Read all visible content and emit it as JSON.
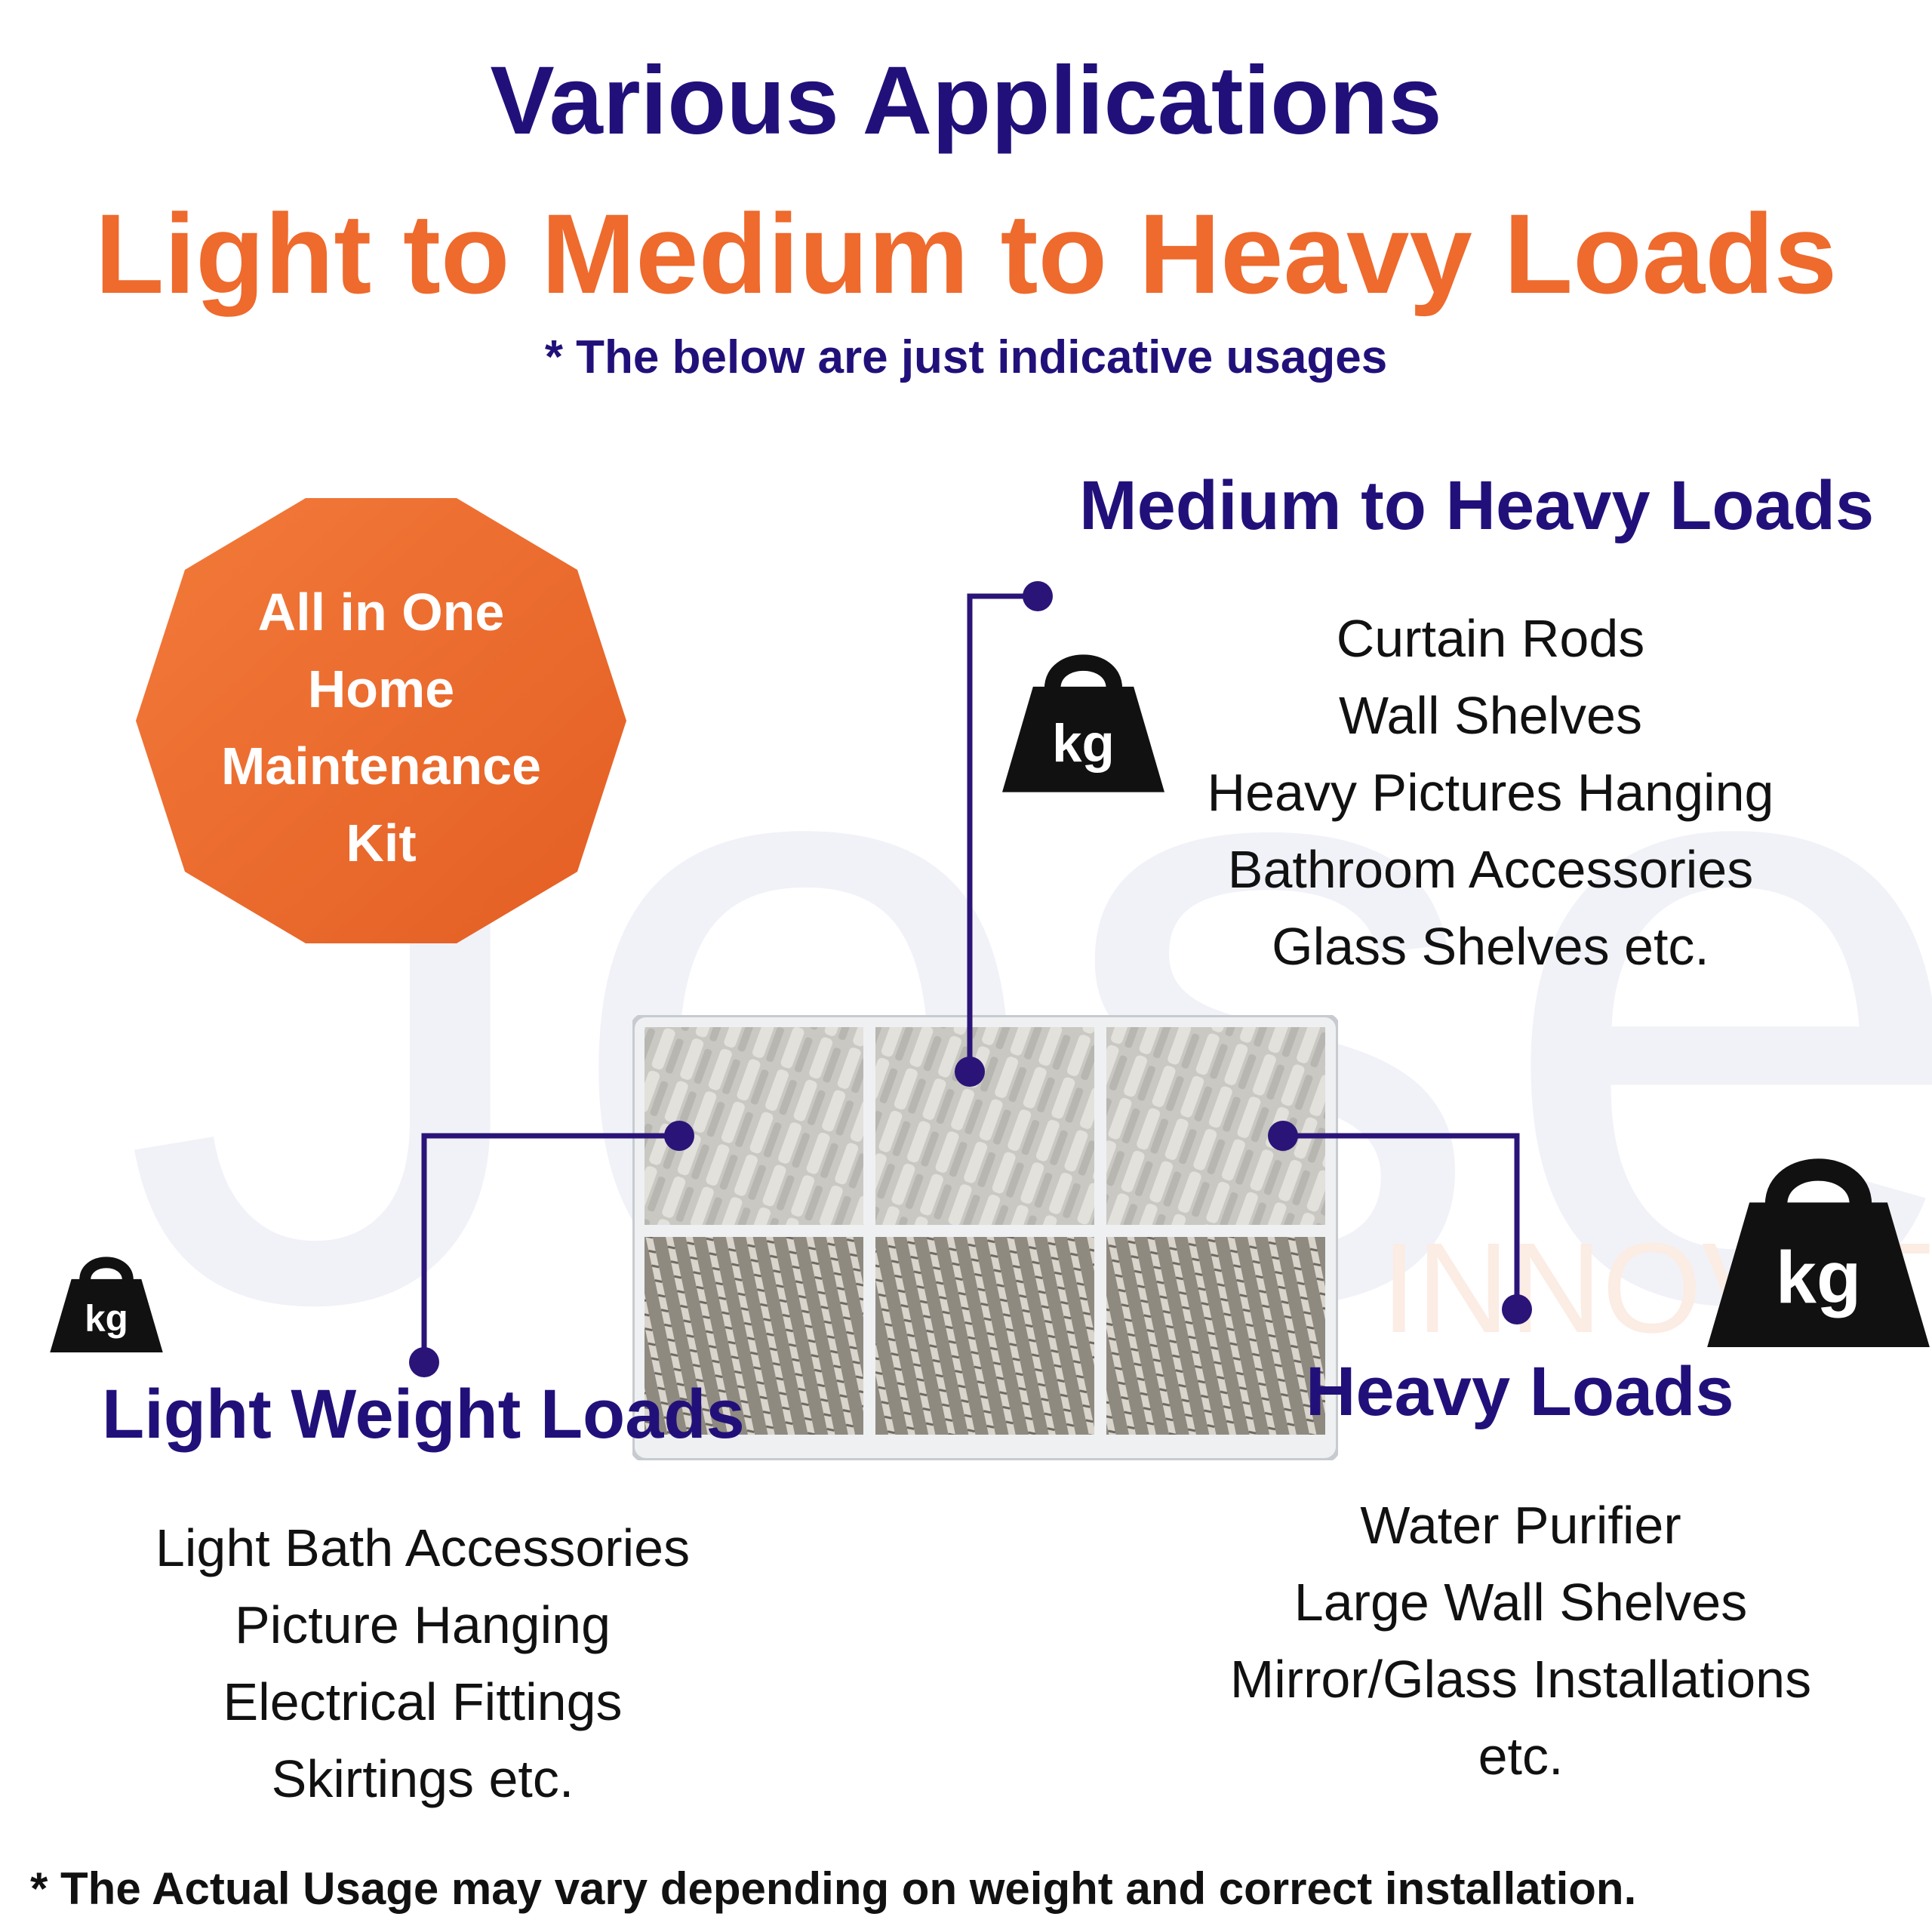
{
  "header": {
    "title": "Various Applications",
    "subtitle": "Light to Medium to Heavy Loads",
    "note": "* The below are just indicative usages"
  },
  "badge": {
    "lines": [
      "All in One",
      "Home",
      "Maintenance",
      "Kit"
    ]
  },
  "watermark": {
    "brand": "Joset",
    "tagline": "INNOVATIONS"
  },
  "sections": {
    "medium_heavy": {
      "heading": "Medium to Heavy Loads",
      "items": [
        "Curtain Rods",
        "Wall Shelves",
        "Heavy Pictures Hanging",
        "Bathroom Accessories",
        "Glass Shelves etc."
      ]
    },
    "light": {
      "heading": "Light Weight Loads",
      "items": [
        "Light Bath Accessories",
        "Picture Hanging",
        "Electrical Fittings",
        "Skirtings etc."
      ]
    },
    "heavy": {
      "heading": "Heavy Loads",
      "items": [
        "Water Purifier",
        "Large Wall Shelves",
        "Mirror/Glass Installations",
        "etc."
      ]
    }
  },
  "weights": {
    "unit": "kg"
  },
  "footer": {
    "disclaimer": "* The Actual Usage may vary depending on weight and correct installation."
  },
  "colors": {
    "navy": "#22107a",
    "orange": "#ee6a2d",
    "connector": "#2a1478"
  }
}
